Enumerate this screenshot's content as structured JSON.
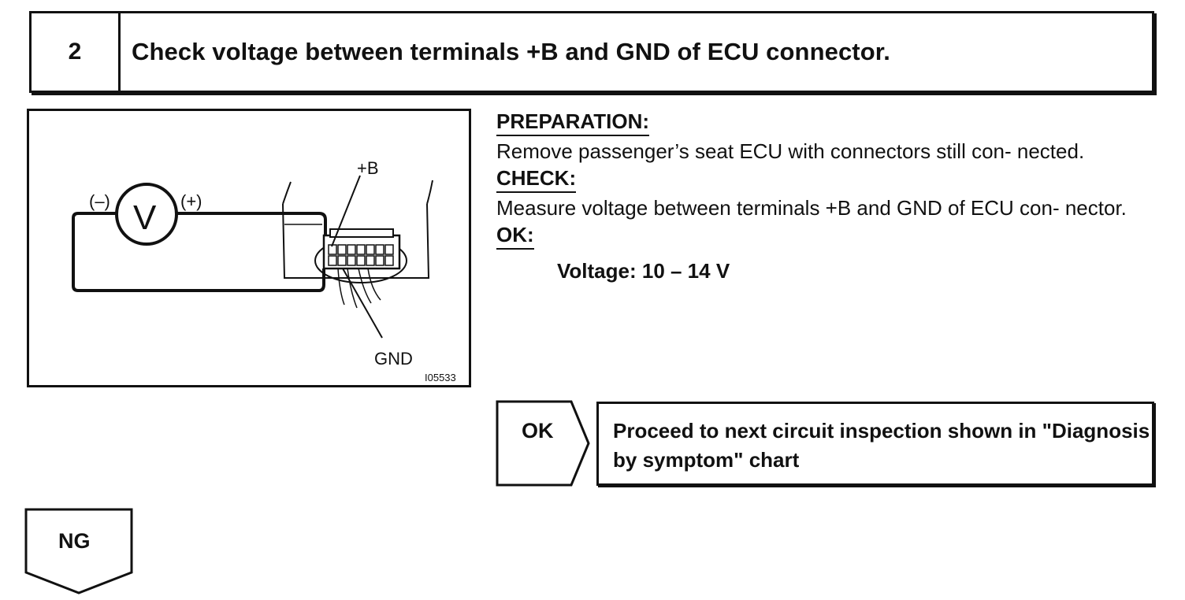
{
  "step": {
    "number": "2",
    "title": "Check voltage between terminals +B and GND of ECU connector."
  },
  "figure": {
    "meter_symbol": "V",
    "negative_label": "(–)",
    "positive_label": "(+)",
    "terminal_b_label": "+B",
    "terminal_gnd_label": "GND",
    "illustration_code": "I05533"
  },
  "procedure": {
    "preparation_heading": "PREPARATION:",
    "preparation_text": "Remove passenger’s seat ECU with connectors still con- nected.",
    "check_heading": "CHECK:",
    "check_text": "Measure voltage between terminals +B and GND of ECU con- nector.",
    "ok_heading": "OK:",
    "ok_spec": "Voltage: 10 – 14 V"
  },
  "results": {
    "ok_label": "OK",
    "ok_action": "Proceed to  next circuit inspection shown in \"Diagnosis by  symptom\" chart",
    "ng_label": "NG"
  }
}
